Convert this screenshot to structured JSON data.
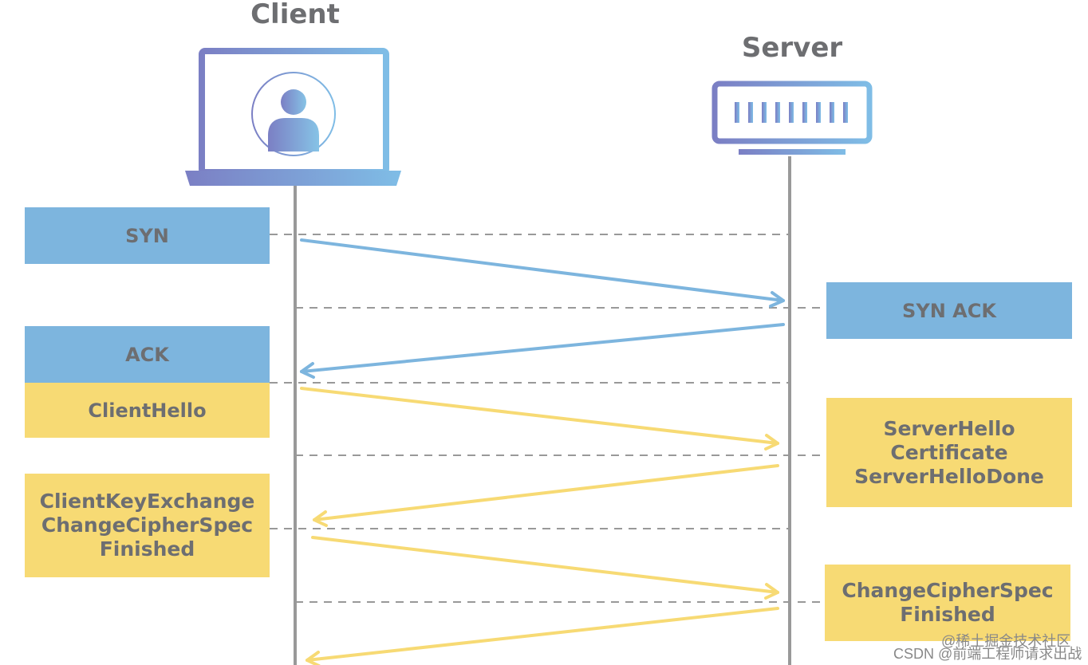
{
  "client": {
    "title": "Client"
  },
  "server": {
    "title": "Server"
  },
  "messages": {
    "syn": "SYN",
    "syn_ack": "SYN ACK",
    "ack": "ACK",
    "client_hello": "ClientHello",
    "server_hello": [
      "ServerHello",
      "Certificate",
      "ServerHelloDone"
    ],
    "client_key_exchange": [
      "ClientKeyExchange",
      "ChangeCipherSpec",
      "Finished"
    ],
    "server_change_cipher": [
      "ChangeCipherSpec",
      "Finished"
    ]
  },
  "colors": {
    "tcp": "#7db5de",
    "tls": "#f7da74",
    "text": "#6d6e71"
  },
  "watermark": {
    "line1": "@稀土掘金技术社区",
    "line2": "CSDN @前端工程师请求出战"
  }
}
